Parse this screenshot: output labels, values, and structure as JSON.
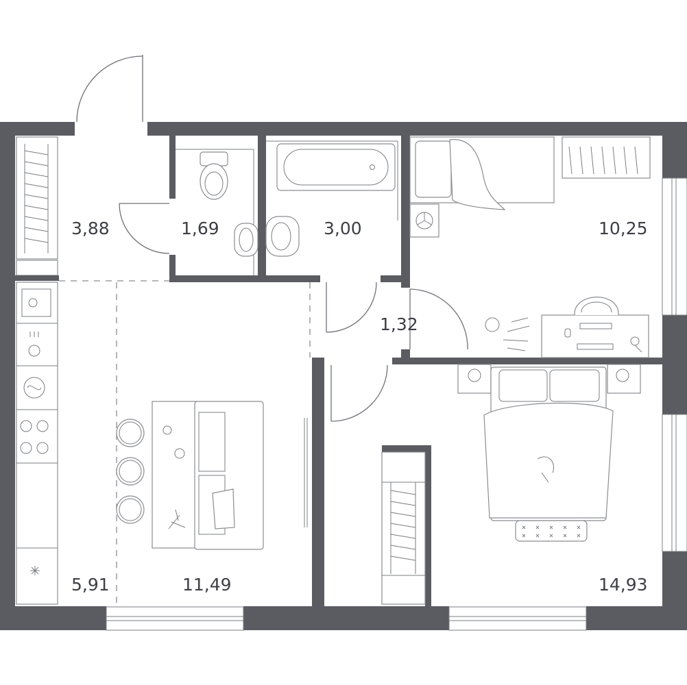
{
  "colors": {
    "wall": "#5a5c61",
    "line": "#6e7075",
    "text": "#3d3f44"
  },
  "rooms": [
    {
      "id": "hallway",
      "area": "3,88"
    },
    {
      "id": "toilet",
      "area": "1,69"
    },
    {
      "id": "bathroom",
      "area": "3,00"
    },
    {
      "id": "bedroom-small",
      "area": "10,25"
    },
    {
      "id": "corridor",
      "area": "1,32"
    },
    {
      "id": "kitchen",
      "area": "5,91"
    },
    {
      "id": "living-room",
      "area": "11,49"
    },
    {
      "id": "bedroom-large",
      "area": "14,93"
    }
  ]
}
